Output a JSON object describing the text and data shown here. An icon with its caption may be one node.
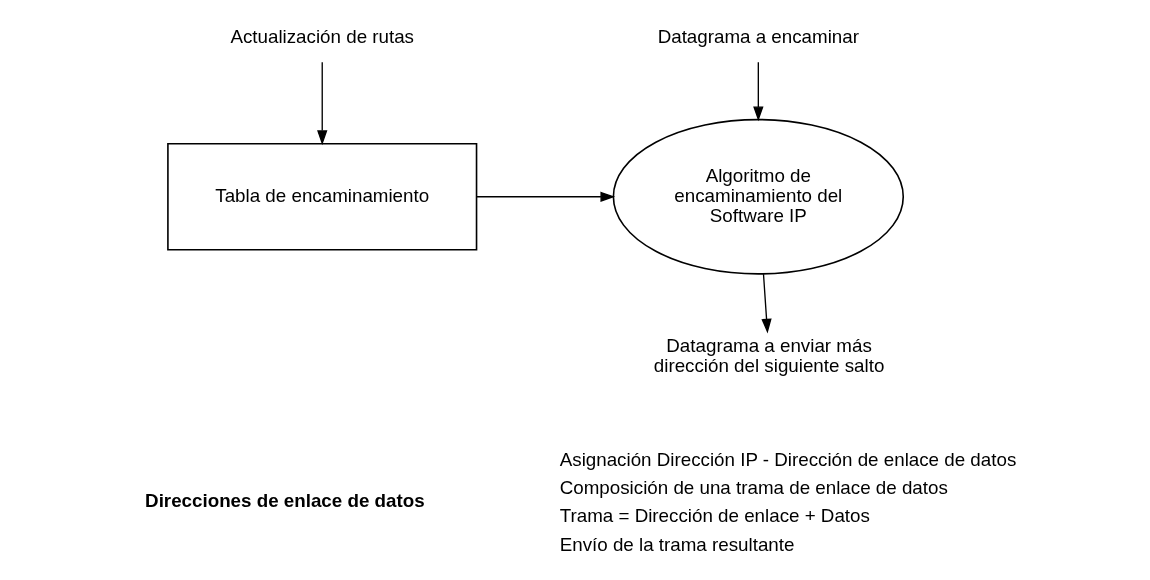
{
  "diagram": {
    "nodes": [
      {
        "text": [
          "Actualización de rutas"
        ]
      },
      {
        "text": [
          "Tabla de encaminamiento"
        ]
      },
      {
        "text": [
          "Datagrama a encaminar"
        ]
      },
      {
        "text": [
          "Algoritmo de encaminamiento del Software IP"
        ]
      },
      {
        "text": [
          "Datagrama a enviar más dirección del siguiente salto"
        ]
      }
    ],
    "edges": [
      {
        "from": 0,
        "to": 1,
        "arrow": "to"
      },
      {
        "from": 1,
        "to": 3,
        "arrow": "to"
      },
      {
        "from": 2,
        "to": 3,
        "arrow": "to"
      },
      {
        "from": 3,
        "to": 4,
        "arrow": "to"
      }
    ],
    "labels": [
      "Direcciones de enlace de datos",
      "Asignación Dirección IP - Dirección de enlace de datos",
      "Composición de una trama de enlace de datos",
      "Trama = Dirección de enlace + Datos",
      "Envío de la trama resultante"
    ]
  }
}
